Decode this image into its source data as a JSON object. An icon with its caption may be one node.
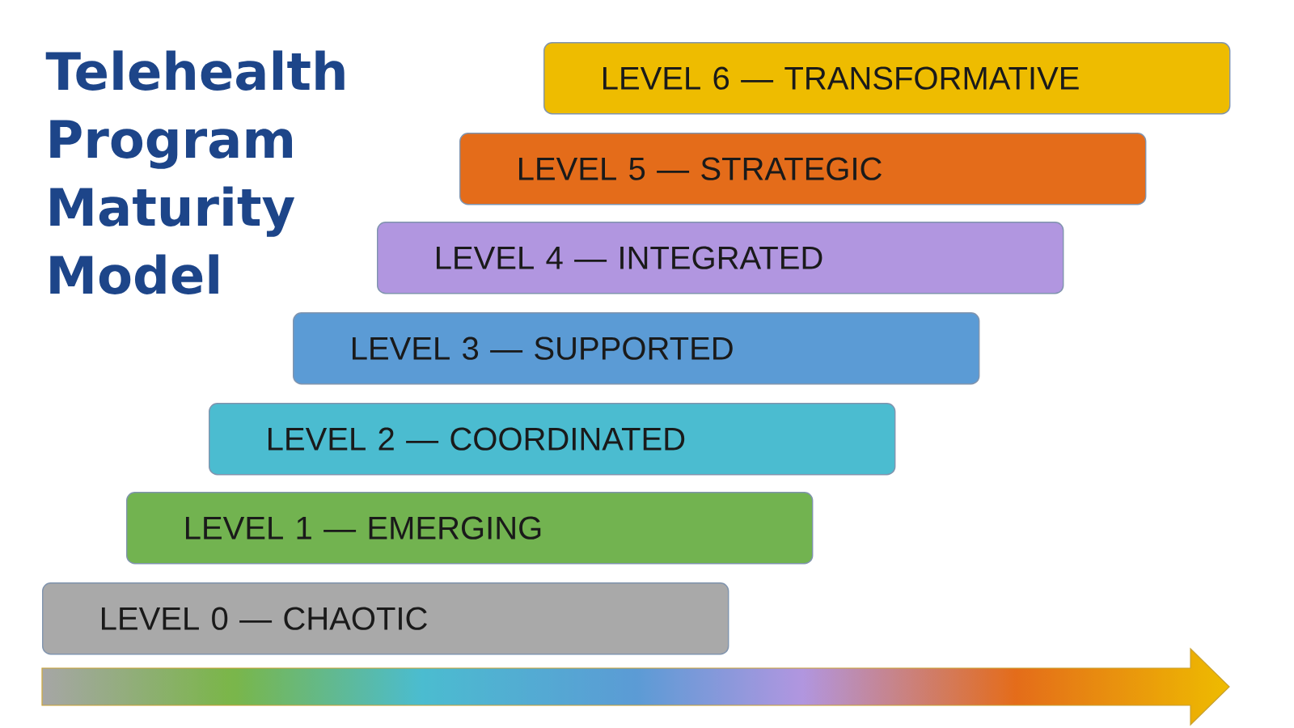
{
  "diagram": {
    "title": "Telehealth Program Maturity Model",
    "nodes": [
      {
        "text": [
          "LEVEL 6 — TRANSFORMATIVE"
        ]
      },
      {
        "text": [
          "LEVEL 5 — STRATEGIC"
        ]
      },
      {
        "text": [
          "LEVEL 4 — INTEGRATED"
        ]
      },
      {
        "text": [
          "LEVEL 3 — SUPPORTED"
        ]
      },
      {
        "text": [
          "LEVEL 2 — COORDINATED"
        ]
      },
      {
        "text": [
          "LEVEL 1 — EMERGING"
        ]
      },
      {
        "text": [
          "LEVEL 0 — CHAOTIC"
        ]
      }
    ]
  }
}
